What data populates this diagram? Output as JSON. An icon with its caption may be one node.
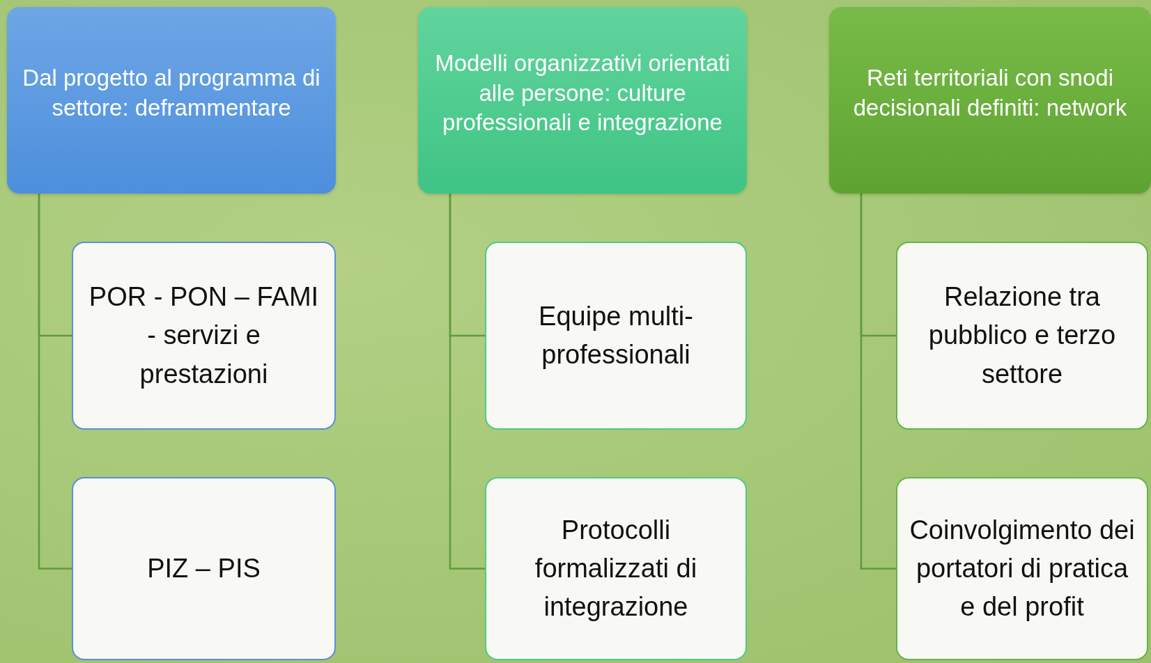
{
  "diagram": {
    "nodes": [
      {
        "text": [
          "Dal progetto al programma di settore: deframmentare"
        ]
      },
      {
        "text": [
          "Modelli organizzativi orientati alle persone: culture professionali e integrazione"
        ]
      },
      {
        "text": [
          "Reti territoriali con snodi decisionali definiti: network"
        ]
      },
      {
        "text": [
          "POR - PON – FAMI - servizi e prestazioni"
        ]
      },
      {
        "text": [
          "Equipe multi-professionali"
        ]
      },
      {
        "text": [
          "Relazione tra pubblico e terzo settore"
        ]
      },
      {
        "text": [
          "PIZ – PIS"
        ]
      },
      {
        "text": [
          "Protocolli formalizzati di integrazione"
        ]
      },
      {
        "text": [
          "Coinvolgimento dei portatori di pratica e del profit"
        ]
      }
    ],
    "edges": [
      {
        "from": 0,
        "to": 3,
        "arrow": "none"
      },
      {
        "from": 0,
        "to": 6,
        "arrow": "none"
      },
      {
        "from": 1,
        "to": 4,
        "arrow": "none"
      },
      {
        "from": 1,
        "to": 7,
        "arrow": "none"
      },
      {
        "from": 2,
        "to": 5,
        "arrow": "none"
      },
      {
        "from": 2,
        "to": 8,
        "arrow": "none"
      }
    ]
  }
}
